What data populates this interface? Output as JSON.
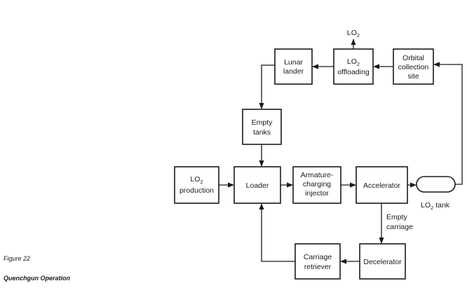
{
  "diagram": {
    "nodes": {
      "lunar_lander": [
        "Lunar",
        "lander"
      ],
      "lo2_offloading": [
        "LO",
        "offloading"
      ],
      "orbital_collection_site": [
        "Orbital",
        "collection",
        "site"
      ],
      "empty_tanks": [
        "Empty",
        "tanks"
      ],
      "lo2_production": [
        "LO",
        "production"
      ],
      "loader": [
        "Loader"
      ],
      "armature_charging_injector": [
        "Armature-",
        "charging",
        "injector"
      ],
      "accelerator": [
        "Accelerator"
      ],
      "decelerator": [
        "Decelerator"
      ],
      "carriage_retriever": [
        "Carriage",
        "retriever"
      ]
    },
    "labels": {
      "lo2_output": "LO",
      "lo2_tank": "LO",
      "lo2_tank_suffix": "tank",
      "empty_carriage": [
        "Empty",
        "carriage"
      ],
      "subscript_2": "2"
    }
  },
  "figure": {
    "number": "Figure 22",
    "title": "Quenchgun Operation"
  }
}
